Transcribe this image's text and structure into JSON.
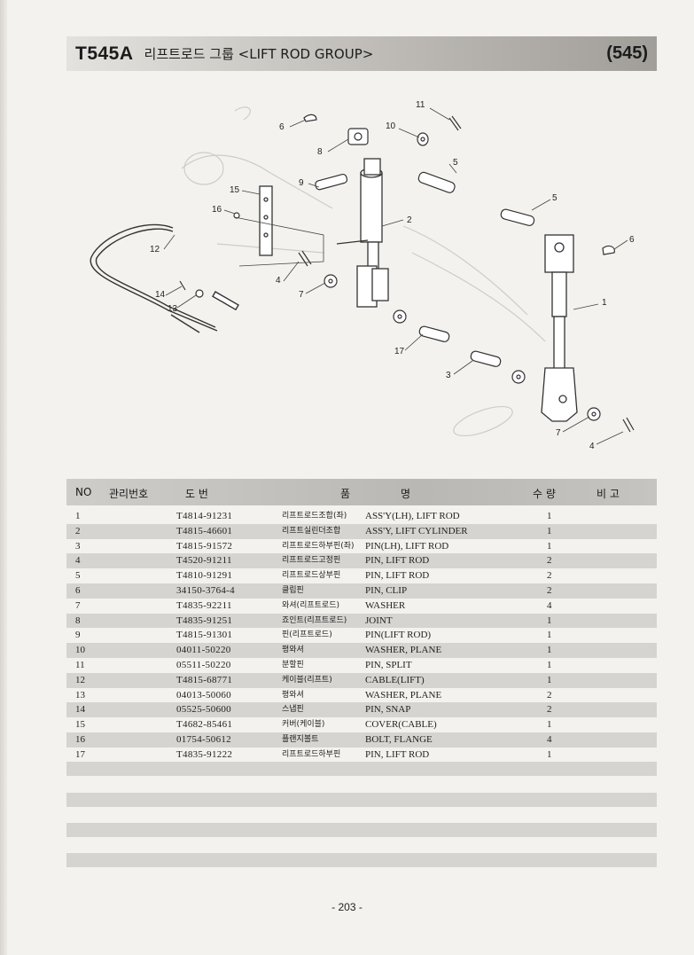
{
  "header": {
    "code": "T545A",
    "title": "리프트로드 그룹 <LIFT ROD GROUP>",
    "page_code": "(545)"
  },
  "diagram": {
    "callouts": [
      "11",
      "6",
      "10",
      "8",
      "5",
      "9",
      "15",
      "16",
      "2",
      "5",
      "6",
      "12",
      "1",
      "4",
      "7",
      "14",
      "13",
      "17",
      "3",
      "7",
      "4"
    ]
  },
  "table": {
    "headers": {
      "no": "NO",
      "mgmt": "관리번호",
      "draw": "도   번",
      "item": "품",
      "name": "명",
      "qty": "수 량",
      "remarks": "비   고"
    },
    "rows": [
      {
        "no": "1",
        "part": "T4814-91231",
        "kr": "리프트로드조합(좌)",
        "en": "ASS'Y(LH), LIFT ROD",
        "qty": "1"
      },
      {
        "no": "2",
        "part": "T4815-46601",
        "kr": "리프트실린더조합",
        "en": "ASS'Y, LIFT CYLINDER",
        "qty": "1"
      },
      {
        "no": "3",
        "part": "T4815-91572",
        "kr": "리프트로드하부핀(좌)",
        "en": "PIN(LH), LIFT ROD",
        "qty": "1"
      },
      {
        "no": "4",
        "part": "T4520-91211",
        "kr": "리프트로드고정핀",
        "en": "PIN, LIFT ROD",
        "qty": "2"
      },
      {
        "no": "5",
        "part": "T4810-91291",
        "kr": "리프트로드상부핀",
        "en": "PIN, LIFT ROD",
        "qty": "2"
      },
      {
        "no": "6",
        "part": "34150-3764-4",
        "kr": "클립핀",
        "en": "PIN, CLIP",
        "qty": "2"
      },
      {
        "no": "7",
        "part": "T4835-92211",
        "kr": "와셔(리프트로드)",
        "en": "WASHER",
        "qty": "4"
      },
      {
        "no": "8",
        "part": "T4835-91251",
        "kr": "죠인트(리프트로드)",
        "en": "JOINT",
        "qty": "1"
      },
      {
        "no": "9",
        "part": "T4815-91301",
        "kr": "핀(리프트로드)",
        "en": "PIN(LIFT ROD)",
        "qty": "1"
      },
      {
        "no": "10",
        "part": "04011-50220",
        "kr": "평와셔",
        "en": "WASHER, PLANE",
        "qty": "1"
      },
      {
        "no": "11",
        "part": "05511-50220",
        "kr": "분할핀",
        "en": "PIN, SPLIT",
        "qty": "1"
      },
      {
        "no": "12",
        "part": "T4815-68771",
        "kr": "케이블(리프트)",
        "en": "CABLE(LIFT)",
        "qty": "1"
      },
      {
        "no": "13",
        "part": "04013-50060",
        "kr": "평와셔",
        "en": "WASHER, PLANE",
        "qty": "2"
      },
      {
        "no": "14",
        "part": "05525-50600",
        "kr": "스냅핀",
        "en": "PIN, SNAP",
        "qty": "2"
      },
      {
        "no": "15",
        "part": "T4682-85461",
        "kr": "커버(케이블)",
        "en": "COVER(CABLE)",
        "qty": "1"
      },
      {
        "no": "16",
        "part": "01754-50612",
        "kr": "플랜지볼트",
        "en": "BOLT, FLANGE",
        "qty": "4"
      },
      {
        "no": "17",
        "part": "T4835-91222",
        "kr": "리프트로드하부핀",
        "en": "PIN, LIFT ROD",
        "qty": "1"
      }
    ]
  },
  "footer": {
    "page_number": "- 203 -"
  }
}
